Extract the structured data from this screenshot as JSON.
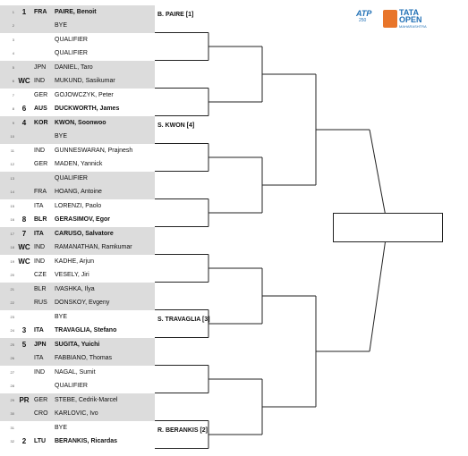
{
  "logo": {
    "atp": "ATP",
    "atp_tier": "250",
    "brand_line1": "TATA",
    "brand_line2": "OPEN",
    "brand_sub": "MAHARASHTRA"
  },
  "entries": [
    {
      "num": "1",
      "seed": "1",
      "country": "FRA",
      "name": "PAIRE, Benoit",
      "bold": true
    },
    {
      "num": "2",
      "seed": "",
      "country": "",
      "name": "BYE",
      "bold": false
    },
    {
      "num": "3",
      "seed": "",
      "country": "",
      "name": "QUALIFIER",
      "bold": false
    },
    {
      "num": "4",
      "seed": "",
      "country": "",
      "name": "QUALIFIER",
      "bold": false
    },
    {
      "num": "5",
      "seed": "",
      "country": "JPN",
      "name": "DANIEL, Taro",
      "bold": false
    },
    {
      "num": "6",
      "seed": "WC",
      "country": "IND",
      "name": "MUKUND, Sasikumar",
      "bold": false
    },
    {
      "num": "7",
      "seed": "",
      "country": "GER",
      "name": "GOJOWCZYK, Peter",
      "bold": false
    },
    {
      "num": "8",
      "seed": "6",
      "country": "AUS",
      "name": "DUCKWORTH, James",
      "bold": true
    },
    {
      "num": "9",
      "seed": "4",
      "country": "KOR",
      "name": "KWON, Soonwoo",
      "bold": true
    },
    {
      "num": "10",
      "seed": "",
      "country": "",
      "name": "BYE",
      "bold": false
    },
    {
      "num": "11",
      "seed": "",
      "country": "IND",
      "name": "GUNNESWARAN, Prajnesh",
      "bold": false
    },
    {
      "num": "12",
      "seed": "",
      "country": "GER",
      "name": "MADEN, Yannick",
      "bold": false
    },
    {
      "num": "13",
      "seed": "",
      "country": "",
      "name": "QUALIFIER",
      "bold": false
    },
    {
      "num": "14",
      "seed": "",
      "country": "FRA",
      "name": "HOANG, Antoine",
      "bold": false
    },
    {
      "num": "15",
      "seed": "",
      "country": "ITA",
      "name": "LORENZI, Paolo",
      "bold": false
    },
    {
      "num": "16",
      "seed": "8",
      "country": "BLR",
      "name": "GERASIMOV, Egor",
      "bold": true
    },
    {
      "num": "17",
      "seed": "7",
      "country": "ITA",
      "name": "CARUSO, Salvatore",
      "bold": true
    },
    {
      "num": "18",
      "seed": "WC",
      "country": "IND",
      "name": "RAMANATHAN, Ramkumar",
      "bold": false
    },
    {
      "num": "19",
      "seed": "WC",
      "country": "IND",
      "name": "KADHE, Arjun",
      "bold": false
    },
    {
      "num": "20",
      "seed": "",
      "country": "CZE",
      "name": "VESELY, Jiri",
      "bold": false
    },
    {
      "num": "21",
      "seed": "",
      "country": "BLR",
      "name": "IVASHKA, Ilya",
      "bold": false
    },
    {
      "num": "22",
      "seed": "",
      "country": "RUS",
      "name": "DONSKOY, Evgeny",
      "bold": false
    },
    {
      "num": "23",
      "seed": "",
      "country": "",
      "name": "BYE",
      "bold": false
    },
    {
      "num": "24",
      "seed": "3",
      "country": "ITA",
      "name": "TRAVAGLIA, Stefano",
      "bold": true
    },
    {
      "num": "25",
      "seed": "5",
      "country": "JPN",
      "name": "SUGITA, Yuichi",
      "bold": true
    },
    {
      "num": "26",
      "seed": "",
      "country": "ITA",
      "name": "FABBIANO, Thomas",
      "bold": false
    },
    {
      "num": "27",
      "seed": "",
      "country": "IND",
      "name": "NAGAL, Sumit",
      "bold": false
    },
    {
      "num": "28",
      "seed": "",
      "country": "",
      "name": "QUALIFIER",
      "bold": false
    },
    {
      "num": "29",
      "seed": "PR",
      "country": "GER",
      "name": "STEBE, Cedrik-Marcel",
      "bold": false
    },
    {
      "num": "30",
      "seed": "",
      "country": "CRO",
      "name": "KARLOVIC, Ivo",
      "bold": false
    },
    {
      "num": "31",
      "seed": "",
      "country": "",
      "name": "BYE",
      "bold": false
    },
    {
      "num": "32",
      "seed": "2",
      "country": "LTU",
      "name": "BERANKIS, Ricardas",
      "bold": true
    }
  ],
  "advancing": [
    {
      "slot": 0,
      "label": "B. PAIRE [1]"
    },
    {
      "slot": 4,
      "label": "S. KWON [4]"
    },
    {
      "slot": 11,
      "label": "S. TRAVAGLIA [3]"
    },
    {
      "slot": 15,
      "label": "R. BERANKIS [2]"
    }
  ]
}
